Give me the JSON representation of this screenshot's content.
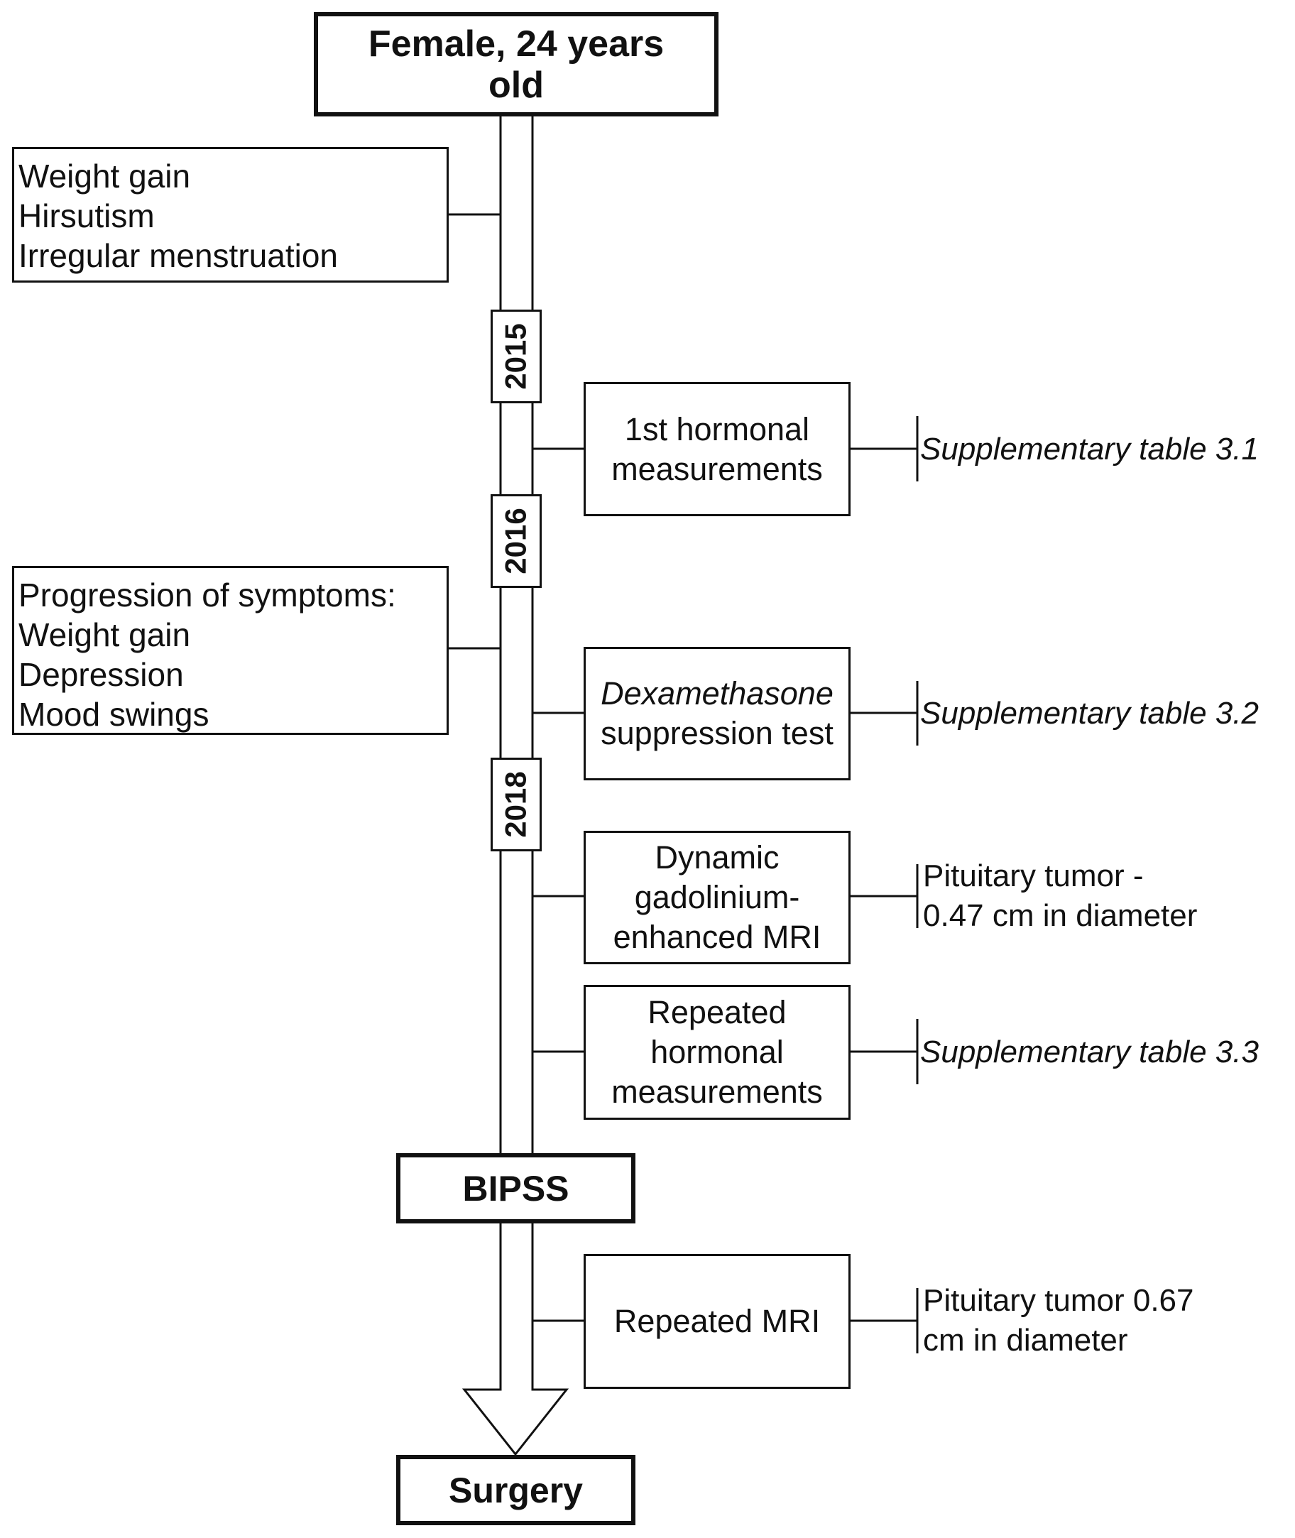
{
  "start": {
    "line1": "Female, 24 years",
    "line2": "old"
  },
  "years": [
    "2015",
    "2016",
    "2018"
  ],
  "symptoms_1": [
    "Weight gain",
    "Hirsutism",
    "Irregular menstruation"
  ],
  "symptoms_2": [
    "Progression of symptoms:",
    "Weight gain",
    "Depression",
    "Mood swings"
  ],
  "events": {
    "hormonal_1": [
      "1st hormonal",
      "measurements"
    ],
    "dexamethasone": {
      "italic": "Dexamethasone",
      "rest": "suppression test"
    },
    "mri": [
      "Dynamic",
      "gadolinium-",
      "enhanced MRI"
    ],
    "hormonal_repeat": [
      "Repeated",
      "hormonal",
      "measurements"
    ],
    "repeated_mri": "Repeated MRI"
  },
  "results": {
    "table_3_1": "Supplementary table 3.1",
    "table_3_2": "Supplementary table 3.2",
    "mri_result": [
      "Pituitary tumor -",
      "0.47 cm in diameter"
    ],
    "table_3_3": "Supplementary table 3.3",
    "repeated_mri_result": [
      "Pituitary tumor 0.67",
      "cm in diameter"
    ]
  },
  "bipss": "BIPSS",
  "surgery": "Surgery"
}
